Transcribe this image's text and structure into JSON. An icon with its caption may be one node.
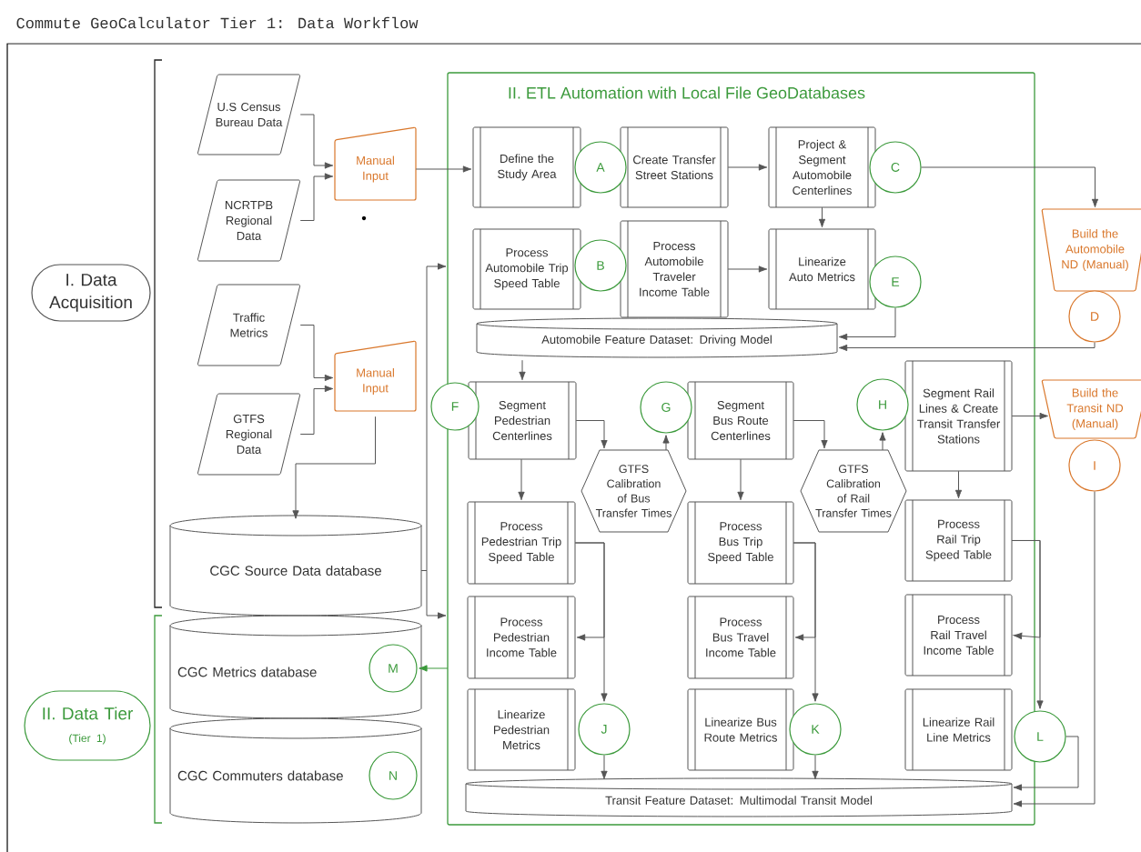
{
  "diagram": {
    "title": "Commute GeoCalculator Tier 1: Data Workflow",
    "nodes": [
      {
        "text": [
          "I. Data Acquisition"
        ]
      },
      {
        "text": [
          "II. Data Tier",
          "(Tier 1)"
        ]
      },
      {
        "text": [
          "U.S Census Bureau Data"
        ]
      },
      {
        "text": [
          "NCRTPB Regional Data"
        ]
      },
      {
        "text": [
          "Traffic Metrics"
        ]
      },
      {
        "text": [
          "GTFS Regional Data"
        ]
      },
      {
        "text": [
          "Manual Input"
        ]
      },
      {
        "text": [
          "Manual Input"
        ]
      },
      {
        "text": [
          "CGC Source Data database"
        ]
      },
      {
        "text": [
          "CGC Metrics database"
        ]
      },
      {
        "text": [
          "CGC Commuters database"
        ]
      },
      {
        "text": [
          "M"
        ],
        "in": 9
      },
      {
        "text": [
          "N"
        ],
        "in": 10
      },
      {
        "text": [
          "II. ETL Automation with Local File GeoDatabases"
        ]
      },
      {
        "text": [
          "Define the Study Area"
        ],
        "in": 13
      },
      {
        "text": [
          "A"
        ],
        "in": 13
      },
      {
        "text": [
          "Create Transfer Street Stations"
        ],
        "in": 13
      },
      {
        "text": [
          "Project & Segment Automobile Centerlines"
        ],
        "in": 13
      },
      {
        "text": [
          "C"
        ],
        "in": 13
      },
      {
        "text": [
          "Process Automobile Trip Speed Table"
        ],
        "in": 13
      },
      {
        "text": [
          "B"
        ],
        "in": 13
      },
      {
        "text": [
          "Process Automobile Traveler Income Table"
        ],
        "in": 13
      },
      {
        "text": [
          "Linearize Auto Metrics"
        ],
        "in": 13
      },
      {
        "text": [
          "E"
        ],
        "in": 13
      },
      {
        "text": [
          "Automobile Feature Dataset: Driving Model"
        ],
        "in": 13
      },
      {
        "text": [
          "F"
        ]
      },
      {
        "text": [
          "Segment Pedestrian Centerlines"
        ],
        "in": 13
      },
      {
        "text": [
          "G"
        ],
        "in": 13
      },
      {
        "text": [
          "Segment Bus Route Centerlines"
        ],
        "in": 13
      },
      {
        "text": [
          "H"
        ],
        "in": 13
      },
      {
        "text": [
          "Segment Rail Lines & Create Transit Transfer Stations"
        ],
        "in": 13
      },
      {
        "text": [
          "GTFS Calibration of Bus Transfer Times"
        ],
        "in": 13
      },
      {
        "text": [
          "GTFS Calibration of Rail Transfer Times"
        ],
        "in": 13
      },
      {
        "text": [
          "Process Pedestrian Trip Speed Table"
        ],
        "in": 13
      },
      {
        "text": [
          "Process Bus Trip Speed Table"
        ],
        "in": 13
      },
      {
        "text": [
          "Process Rail Trip Speed Table"
        ],
        "in": 13
      },
      {
        "text": [
          "Process Pedestrian Income Table"
        ],
        "in": 13
      },
      {
        "text": [
          "Process Bus Travel Income Table"
        ],
        "in": 13
      },
      {
        "text": [
          "Process Rail Travel Income Table"
        ],
        "in": 13
      },
      {
        "text": [
          "Linearize Pedestrian Metrics"
        ],
        "in": 13
      },
      {
        "text": [
          "J"
        ],
        "in": 13
      },
      {
        "text": [
          "Linearize Bus Route Metrics"
        ],
        "in": 13
      },
      {
        "text": [
          "K"
        ],
        "in": 13
      },
      {
        "text": [
          "Linearize Rail Line Metrics"
        ],
        "in": 13
      },
      {
        "text": [
          "L"
        ]
      },
      {
        "text": [
          "Transit Feature Dataset: Multimodal Transit Model"
        ],
        "in": 13
      },
      {
        "text": [
          "Build the Automobile ND (Manual)"
        ]
      },
      {
        "text": [
          "D"
        ]
      },
      {
        "text": [
          "Build the Transit ND (Manual)"
        ]
      },
      {
        "text": [
          "I"
        ]
      }
    ],
    "edges": [
      {
        "from": 2,
        "to": 6,
        "arrow": "to"
      },
      {
        "from": 3,
        "to": 6,
        "arrow": "to"
      },
      {
        "from": 4,
        "to": 7,
        "arrow": "to"
      },
      {
        "from": 5,
        "to": 7,
        "arrow": "to"
      },
      {
        "from": 6,
        "to": 14,
        "arrow": "to"
      },
      {
        "from": 7,
        "to": 8,
        "arrow": "to"
      },
      {
        "from": 8,
        "to": 13,
        "arrow": "to"
      },
      {
        "from": 8,
        "to": 13,
        "arrow": "to"
      },
      {
        "from": 13,
        "to": 11,
        "arrow": "to",
        "color": "#3c9a3c"
      },
      {
        "from": 16,
        "to": 17,
        "arrow": "to"
      },
      {
        "from": 18,
        "to": 46,
        "arrow": "to"
      },
      {
        "from": 17,
        "to": 22,
        "arrow": "to"
      },
      {
        "from": 21,
        "to": 22,
        "arrow": "to"
      },
      {
        "from": 23,
        "to": 24,
        "arrow": "to"
      },
      {
        "from": 47,
        "to": 24,
        "arrow": "to"
      },
      {
        "from": 24,
        "to": 26,
        "arrow": "to"
      },
      {
        "from": 26,
        "to": 31,
        "arrow": "to"
      },
      {
        "from": 31,
        "to": 27,
        "arrow": "to"
      },
      {
        "from": 28,
        "to": 32,
        "arrow": "to"
      },
      {
        "from": 32,
        "to": 29,
        "arrow": "to"
      },
      {
        "from": 30,
        "to": 48,
        "arrow": "to"
      },
      {
        "from": 26,
        "to": 33,
        "arrow": "to"
      },
      {
        "from": 28,
        "to": 34,
        "arrow": "to"
      },
      {
        "from": 30,
        "to": 35,
        "arrow": "to"
      },
      {
        "from": 33,
        "to": 36,
        "arrow": "to"
      },
      {
        "from": 33,
        "to": 40,
        "arrow": "to"
      },
      {
        "from": 34,
        "to": 37,
        "arrow": "to"
      },
      {
        "from": 34,
        "to": 42,
        "arrow": "to"
      },
      {
        "from": 35,
        "to": 38,
        "arrow": "to"
      },
      {
        "from": 35,
        "to": 44,
        "arrow": "to"
      },
      {
        "from": 40,
        "to": 45,
        "arrow": "to"
      },
      {
        "from": 42,
        "to": 45,
        "arrow": "to"
      },
      {
        "from": 44,
        "to": 45,
        "arrow": "to"
      },
      {
        "from": 49,
        "to": 45,
        "arrow": "to"
      }
    ]
  }
}
